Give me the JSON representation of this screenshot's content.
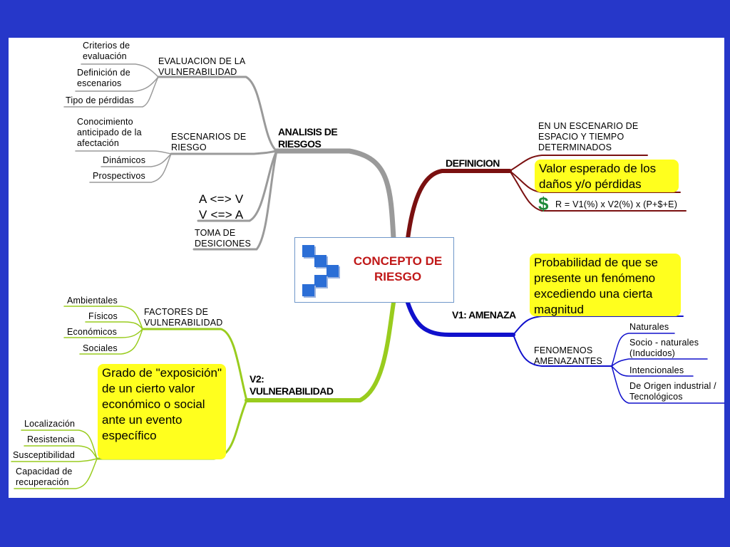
{
  "center": {
    "title": "CONCEPTO DE RIESGO"
  },
  "analisis": {
    "title": "ANALISIS DE RIESGOS",
    "evaluacion": {
      "title": "EVALUACION DE LA VULNERABILIDAD",
      "items": [
        "Criterios de evaluación",
        "Definición de escenarios",
        "Tipo de pérdidas"
      ]
    },
    "escenarios": {
      "title": "ESCENARIOS DE RIESGO",
      "items": [
        "Conocimiento anticipado de la afectación",
        "Dinámicos",
        "Prospectivos"
      ]
    },
    "av": [
      "A <=> V",
      "V <=> A"
    ],
    "toma": "TOMA DE DESICIONES"
  },
  "definicion": {
    "title": "DEFINICION",
    "escenario": "EN UN ESCENARIO DE ESPACIO Y TIEMPO DETERMINADOS",
    "valor": "Valor esperado de los daños y/o pérdidas",
    "formula": "R = V1(%) x V2(%) x (P+$+E)",
    "dollar": "$"
  },
  "amenaza": {
    "title": "V1: AMENAZA",
    "prob": "Probabilidad de que se presente un fenómeno excediendo una cierta magnitud",
    "fenomenos": "FENOMENOS AMENAZANTES",
    "items": [
      "Naturales",
      "Socio - naturales (Inducidos)",
      "Intencionales",
      "De Origen industrial / Tecnológicos"
    ]
  },
  "vulnerabilidad": {
    "title": "V2: VULNERABILIDAD",
    "factores": {
      "title": "FACTORES DE VULNERABILIDAD",
      "items": [
        "Ambientales",
        "Físicos",
        "Económicos",
        "Sociales"
      ]
    },
    "grado": "Grado de \"exposición\" de un cierto valor económico o social ante un evento específico",
    "items": [
      "Localización",
      "Resistencia",
      "Susceptibilidad",
      "Capacidad de recuperación"
    ]
  },
  "colors": {
    "gray": "#9a9a9a",
    "maroon": "#7a1010",
    "blue": "#1010cc",
    "green": "#99cc1e",
    "highlight": "#ffff1e",
    "background": "#2637c9"
  }
}
